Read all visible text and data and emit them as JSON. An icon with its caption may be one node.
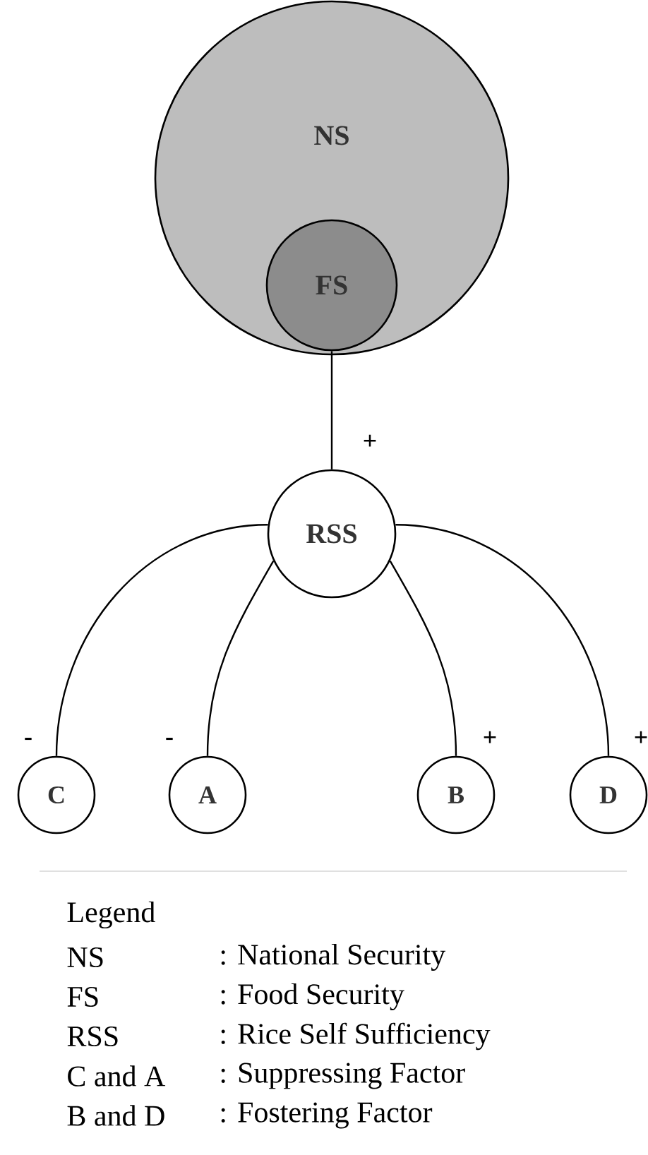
{
  "diagram": {
    "nodes": [
      {
        "text": [
          "NS"
        ]
      },
      {
        "text": [
          "FS"
        ],
        "in": 0
      },
      {
        "text": [
          "RSS"
        ]
      },
      {
        "text": [
          "C"
        ]
      },
      {
        "text": [
          "A"
        ]
      },
      {
        "text": [
          "B"
        ]
      },
      {
        "text": [
          "D"
        ]
      }
    ],
    "edges": [
      {
        "from": 1,
        "to": 2,
        "arrow": "none",
        "label": "+"
      },
      {
        "from": 2,
        "to": 3,
        "arrow": "none",
        "label": "-"
      },
      {
        "from": 2,
        "to": 4,
        "arrow": "none",
        "label": "-"
      },
      {
        "from": 2,
        "to": 5,
        "arrow": "none",
        "label": "+"
      },
      {
        "from": 2,
        "to": 6,
        "arrow": "none",
        "label": "+"
      }
    ],
    "labels": [
      "Legend",
      "NS",
      ": National Security",
      "FS",
      ": Food Security",
      "RSS",
      ": Rice Self Sufficiency",
      "C and A",
      ": Suppressing Factor",
      "B and D",
      ": Fostering Factor"
    ]
  }
}
